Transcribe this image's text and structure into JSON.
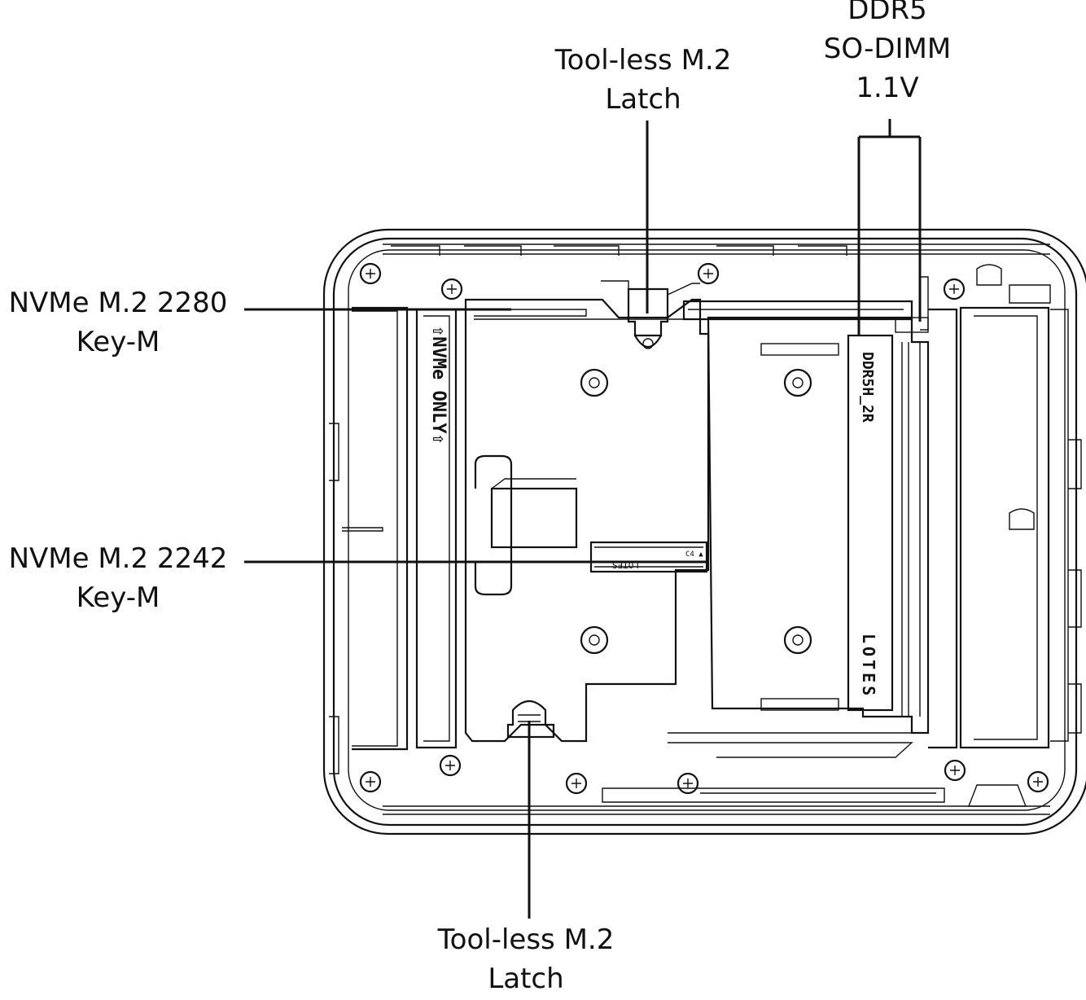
{
  "callouts": {
    "top_latch": {
      "line1": "Tool-less M.2",
      "line2": "Latch"
    },
    "memory": {
      "line1": "DDR5",
      "line2": "SO-DIMM",
      "line3": "1.1V"
    },
    "nvme_2280": {
      "line1": "NVMe M.2 2280",
      "line2": "Key-M"
    },
    "nvme_2242": {
      "line1": "NVMe M.2 2242",
      "line2": "Key-M"
    },
    "bottom_latch": {
      "line1": "Tool-less M.2",
      "line2": "Latch"
    }
  },
  "board_markings": {
    "slot_label": "⇧NVMe ONLY⇧",
    "dimm_label": "DDR5H_2R",
    "dimm_brand": "LOTES",
    "connector_brand": "LOTES"
  },
  "colors": {
    "line": "#111111",
    "background": "#ffffff"
  }
}
